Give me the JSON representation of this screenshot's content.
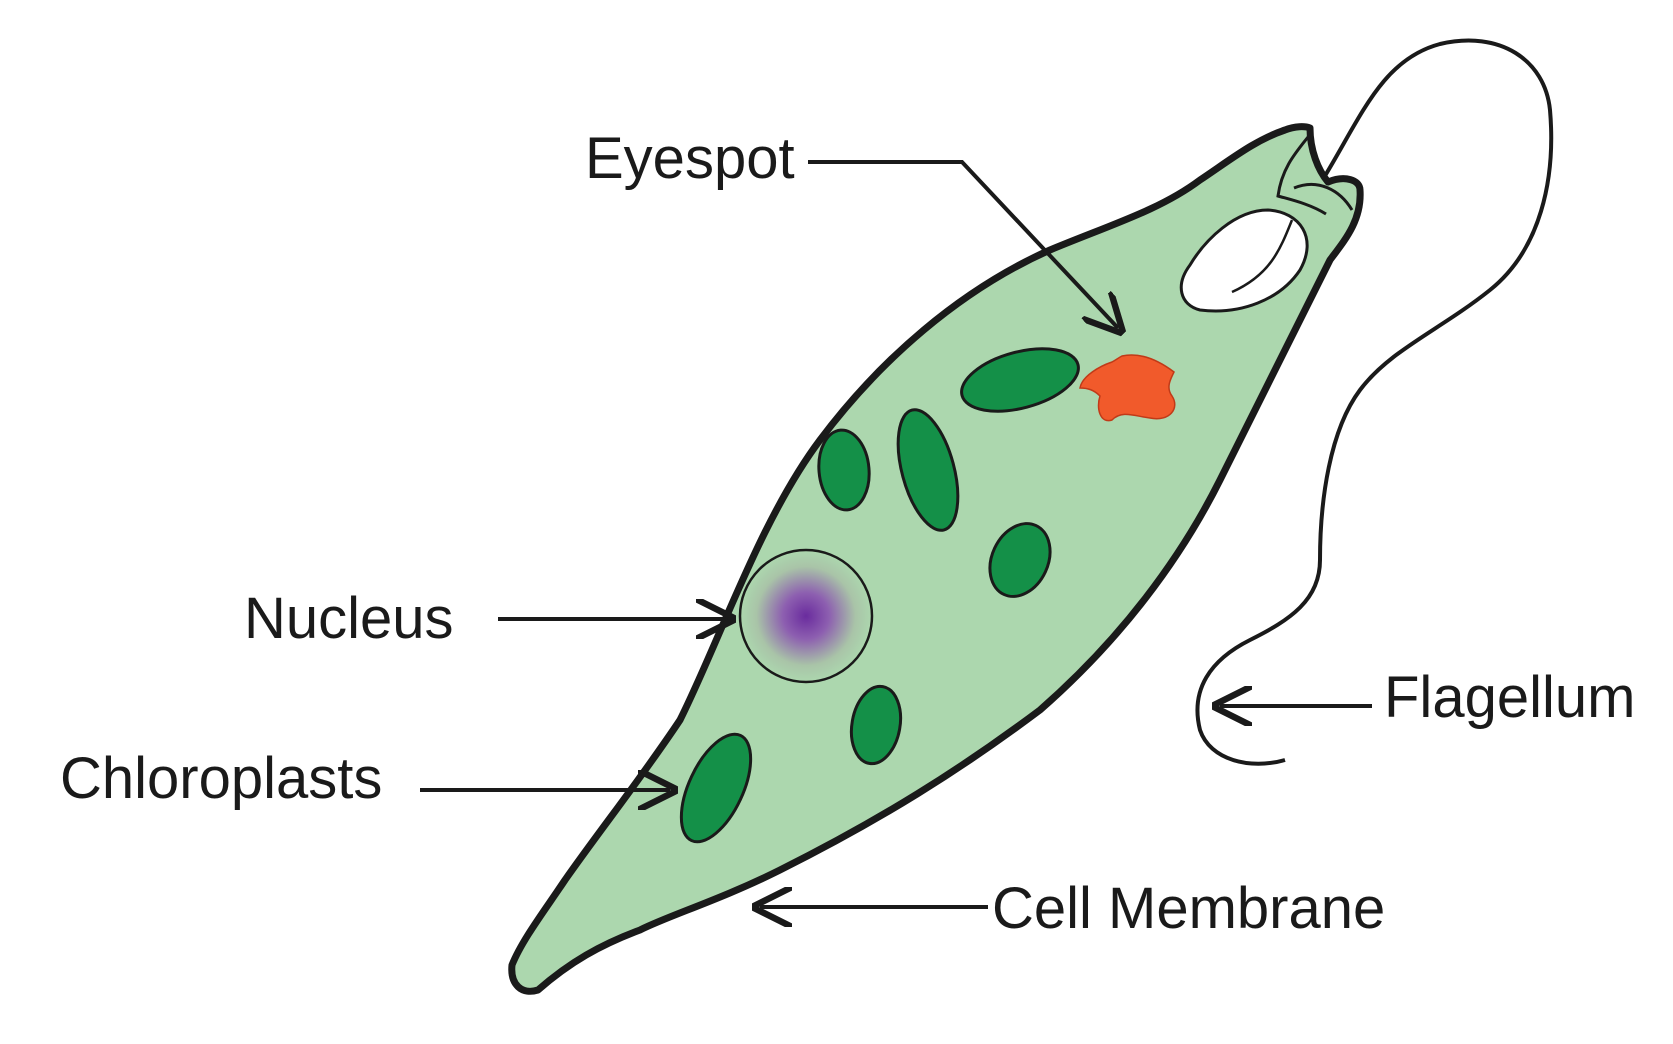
{
  "labels": {
    "eyespot": "Eyespot",
    "nucleus": "Nucleus",
    "chloroplasts": "Chloroplasts",
    "flagellum": "Flagellum",
    "cell_membrane": "Cell Membrane"
  },
  "colors": {
    "cytoplasm": "#acd7ae",
    "membrane": "#1a1a1a",
    "chloroplast": "#149048",
    "eyespot": "#f15a2b",
    "nucleus_center": "#6a2c9e",
    "reservoir": "#ffffff"
  }
}
